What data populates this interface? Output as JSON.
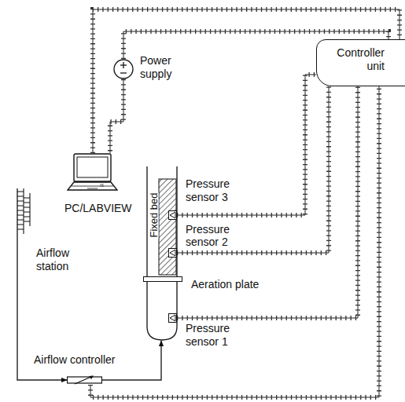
{
  "diagram": {
    "nodes": [
      {
        "text": [
          "Controller unit"
        ]
      },
      {
        "text": [
          "Power supply"
        ]
      },
      {
        "text": [
          "PC/LABVIEW"
        ]
      },
      {
        "text": [
          "Fixed bed"
        ]
      },
      {
        "text": [
          "Pressure sensor 3"
        ]
      },
      {
        "text": [
          "Pressure sensor 2"
        ]
      },
      {
        "text": [
          "Aeration plate"
        ]
      },
      {
        "text": [
          "Pressure sensor 1"
        ]
      },
      {
        "text": [
          "Airflow station"
        ]
      },
      {
        "text": [
          "Airflow controller"
        ]
      }
    ],
    "edges": [
      {
        "from": 2,
        "to": 0,
        "arrow": "none"
      },
      {
        "from": 1,
        "to": 0,
        "arrow": "none"
      },
      {
        "from": 1,
        "to": 2,
        "arrow": "none"
      },
      {
        "from": 4,
        "to": 0,
        "arrow": "none"
      },
      {
        "from": 5,
        "to": 0,
        "arrow": "none"
      },
      {
        "from": 7,
        "to": 0,
        "arrow": "none"
      },
      {
        "from": 9,
        "to": 0,
        "arrow": "none"
      },
      {
        "from": 8,
        "to": 9,
        "arrow": "to"
      },
      {
        "from": 9,
        "to": 3,
        "arrow": "to"
      }
    ],
    "labels": [
      "∝"
    ]
  }
}
